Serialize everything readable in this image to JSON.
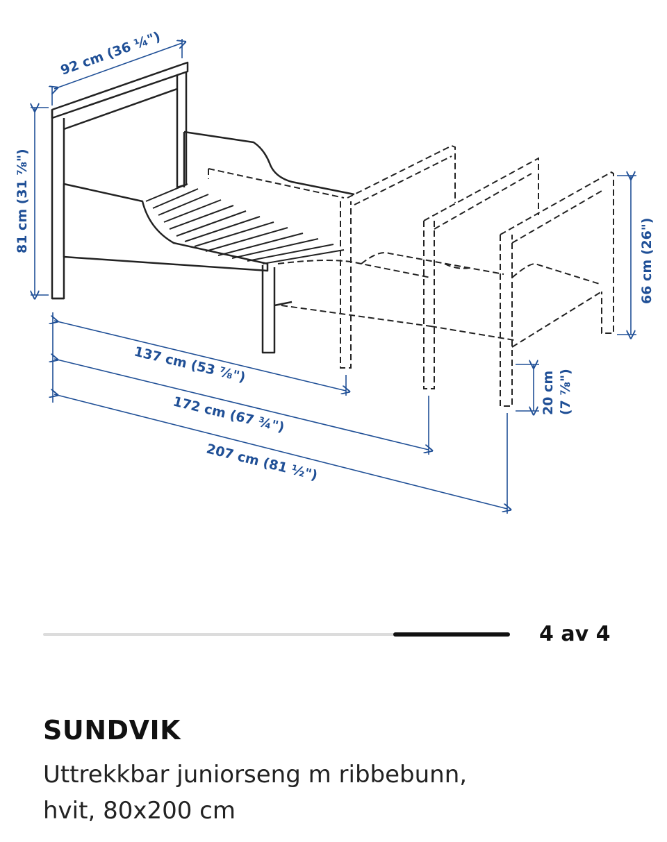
{
  "diagram": {
    "dims": {
      "width": "92 cm (36 ¼\")",
      "height": "81 cm (31 ⅞\")",
      "len_short": "137 cm (53 ⅞\")",
      "len_mid": "172 cm (67 ¾\")",
      "len_long": "207 cm (81 ½\")",
      "foot_height": "66 cm (26\")",
      "clearance_cm": "20 cm",
      "clearance_in": "(7 ⅞\")"
    },
    "colors": {
      "dimension": "#1f4f96",
      "line": "#222222"
    }
  },
  "gallery": {
    "position_text": "4 av 4",
    "current": 4,
    "total": 4
  },
  "product": {
    "name": "SUNDVIK",
    "description_line1": "Uttrekkbar juniorseng m ribbebunn,",
    "description_line2": "hvit, 80x200 cm"
  }
}
